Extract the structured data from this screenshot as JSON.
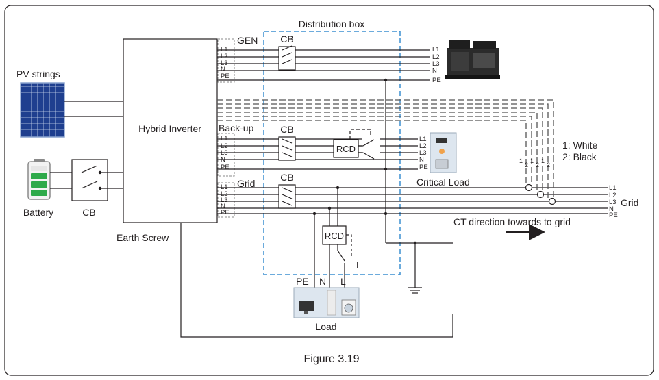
{
  "caption": "Figure 3.19",
  "inverter": {
    "label": "Hybrid Inverter"
  },
  "distribution_box": {
    "label": "Distribution box"
  },
  "pv": {
    "label": "PV strings"
  },
  "battery": {
    "label": "Battery",
    "breaker": "CB"
  },
  "earth_screw": "Earth Screw",
  "ports": {
    "gen": {
      "label": "GEN",
      "terminals": [
        "L1",
        "L2",
        "L3",
        "N",
        "PE"
      ]
    },
    "backup": {
      "label": "Back-up",
      "terminals": [
        "L1",
        "L2",
        "L3",
        "N",
        "PE"
      ]
    },
    "grid": {
      "label": "Grid",
      "terminals": [
        "L1",
        "L2",
        "L3",
        "N",
        "PE"
      ]
    }
  },
  "breakers": {
    "gen": "CB",
    "backup": "CB",
    "grid": "CB"
  },
  "rcd": {
    "backup": "RCD",
    "load": "RCD"
  },
  "generator_lines": [
    "L1",
    "L2",
    "L3",
    "N",
    "PE"
  ],
  "critical_load": {
    "label": "Critical Load",
    "terminals": [
      "L1",
      "L2",
      "L3",
      "N",
      "PE"
    ]
  },
  "grid_lines": {
    "label": "Grid",
    "terminals": [
      "L1",
      "L2",
      "L3",
      "N",
      "PE"
    ]
  },
  "ct": {
    "legend_white": "1: White",
    "legend_black": "2: Black",
    "wire_marks": [
      "1",
      "2",
      "1",
      "2",
      "1",
      "2"
    ],
    "direction": "CT direction towards to grid"
  },
  "load": {
    "label": "Load",
    "pe": "PE",
    "n": "N",
    "l": "L",
    "switch_l": "L"
  },
  "colors": {
    "line": "#231f20",
    "dashed_box": "#3c8fd0",
    "pv_panel": "#1f3f8f",
    "battery_green": "#2eaa4a",
    "device_fill": "#dde6ef"
  }
}
